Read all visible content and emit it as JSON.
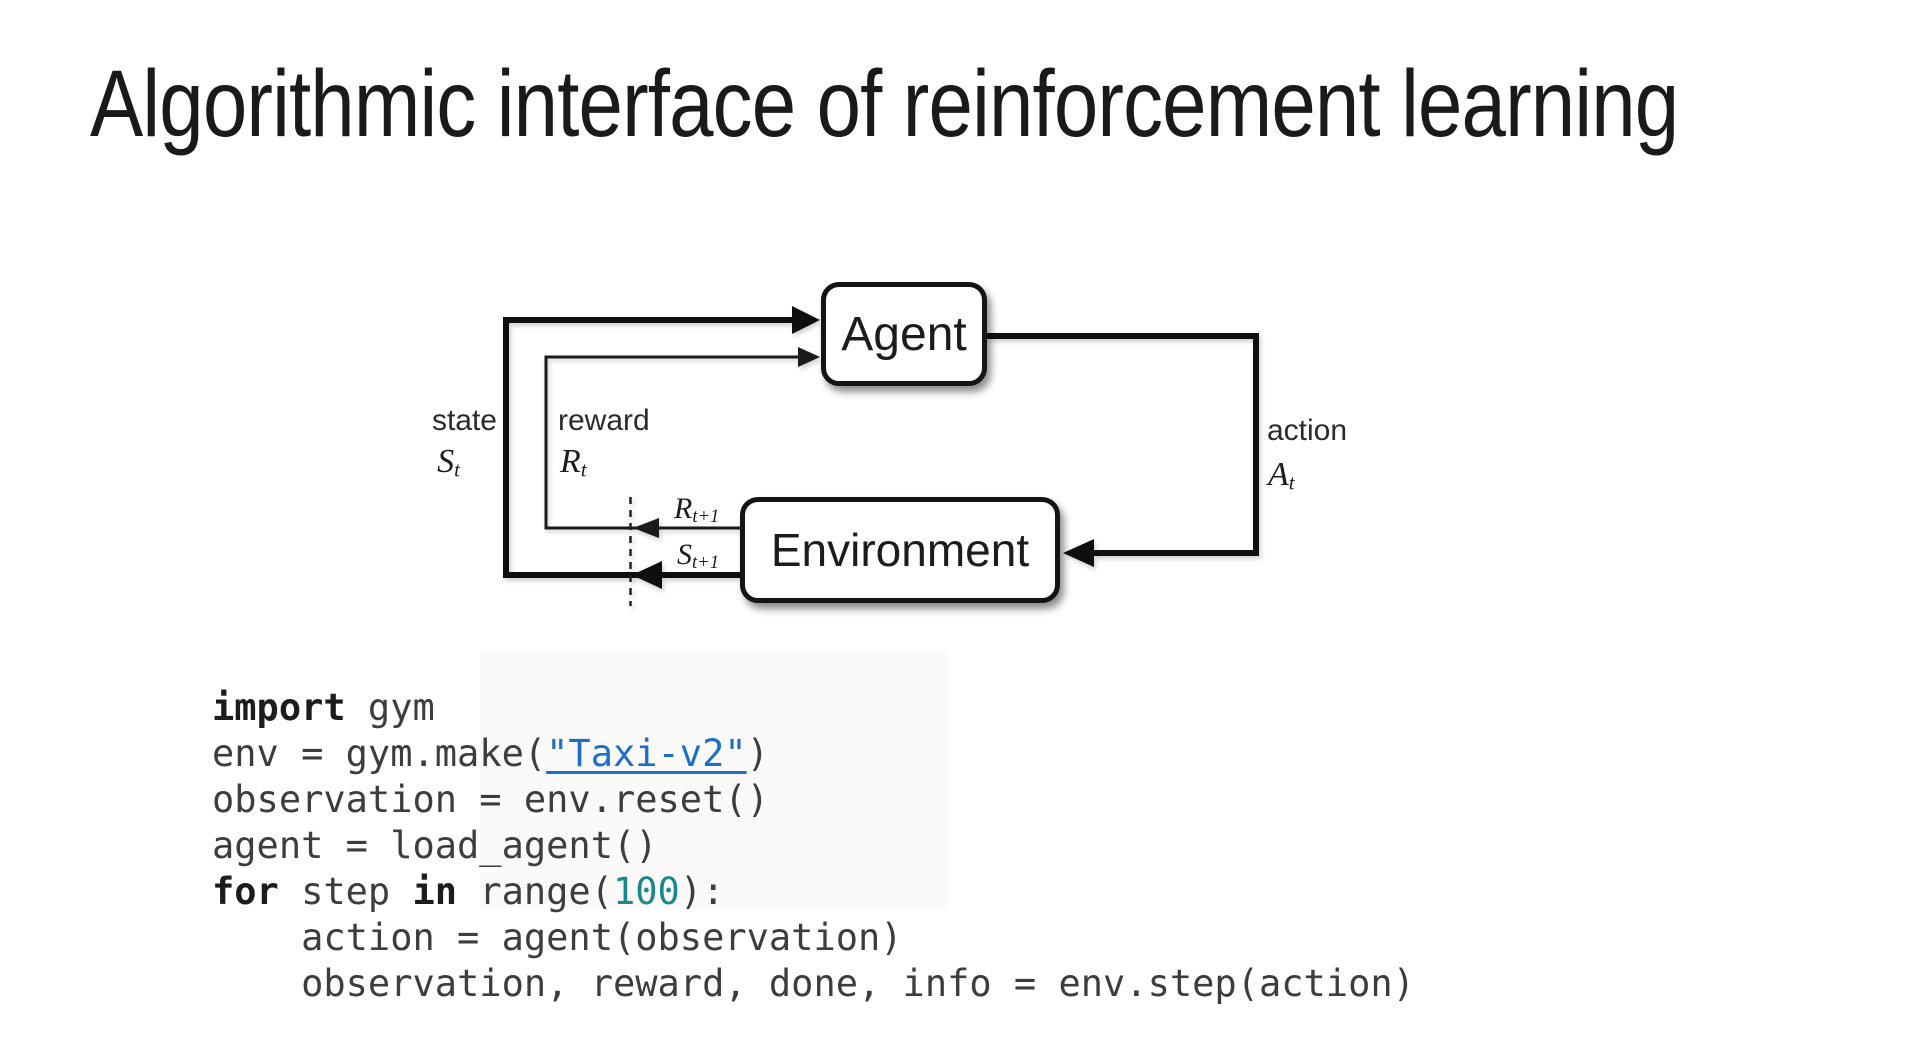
{
  "title": "Algorithmic interface of reinforcement learning",
  "diagram": {
    "agent_label": "Agent",
    "environment_label": "Environment",
    "labels": {
      "state": "state",
      "reward": "reward",
      "action": "action"
    },
    "math_labels": [
      {
        "id": "s-t",
        "base": "S",
        "sub": "t"
      },
      {
        "id": "r-t",
        "base": "R",
        "sub": "t"
      },
      {
        "id": "r-t1",
        "base": "R",
        "sub": "t+1"
      },
      {
        "id": "s-t1",
        "base": "S",
        "sub": "t+1"
      },
      {
        "id": "a-t",
        "base": "A",
        "sub": "t"
      }
    ],
    "colors": {
      "line": "#0f0f0f",
      "box_border": "#141414",
      "box_fill": "#ffffff"
    }
  },
  "code": {
    "colors": {
      "plain": "#3d3d3d",
      "keyword": "#1c1c1c",
      "link": "#1c6fc8",
      "number": "#17898c"
    },
    "lines": [
      [
        {
          "t": "import",
          "s": "keyword"
        },
        {
          "t": " gym",
          "s": "plain"
        }
      ],
      [
        {
          "t": "env = gym.make(",
          "s": "plain"
        },
        {
          "t": "\"Taxi-v2\"",
          "s": "link"
        },
        {
          "t": ")",
          "s": "plain"
        }
      ],
      [
        {
          "t": "observation = env.reset()",
          "s": "plain"
        }
      ],
      [
        {
          "t": "agent = load_agent()",
          "s": "plain"
        }
      ],
      [
        {
          "t": "for",
          "s": "keyword"
        },
        {
          "t": " step ",
          "s": "plain"
        },
        {
          "t": "in",
          "s": "keyword"
        },
        {
          "t": " range(",
          "s": "plain"
        },
        {
          "t": "100",
          "s": "number"
        },
        {
          "t": "):",
          "s": "plain"
        }
      ],
      [
        {
          "t": "    action = agent(observation)",
          "s": "plain"
        }
      ],
      [
        {
          "t": "    observation, reward, done, info = env.step(action)",
          "s": "plain"
        }
      ]
    ]
  }
}
